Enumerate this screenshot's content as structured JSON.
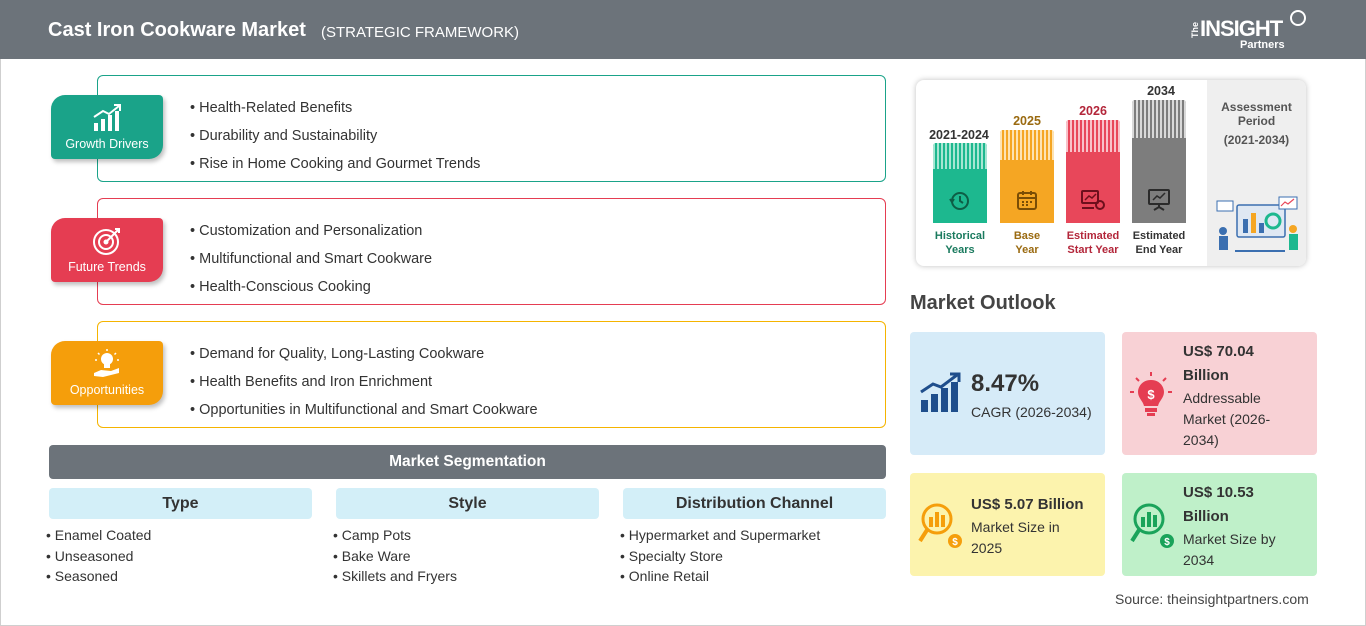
{
  "header": {
    "title": "Cast Iron Cookware Market",
    "subtitle": "(STRATEGIC FRAMEWORK)",
    "logo_the": "The",
    "logo_insight": "INSIGHT",
    "logo_partners": "Partners"
  },
  "framework": [
    {
      "tag": "Growth Drivers",
      "icon": "growth-chart-icon",
      "color": "#1aa389",
      "items": [
        "Health-Related Benefits",
        "Durability and Sustainability",
        "Rise in Home Cooking and Gourmet Trends"
      ]
    },
    {
      "tag": "Future Trends",
      "icon": "target-icon",
      "color": "#e53d52",
      "items": [
        "Customization and Personalization",
        "Multifunctional and Smart Cookware",
        "Health-Conscious Cooking"
      ]
    },
    {
      "tag": "Opportunities",
      "icon": "lightbulb-hand-icon",
      "color": "#f59e0b",
      "items": [
        "Demand for Quality, Long-Lasting Cookware",
        "Health Benefits and Iron Enrichment",
        "Opportunities in Multifunctional and Smart Cookware"
      ]
    }
  ],
  "segmentation": {
    "title": "Market Segmentation",
    "columns": [
      {
        "title": "Type",
        "items": [
          "Enamel Coated",
          "Unseasoned",
          "Seasoned"
        ]
      },
      {
        "title": "Style",
        "items": [
          "Camp Pots",
          "Bake Ware",
          "Skillets and Fryers"
        ]
      },
      {
        "title": "Distribution Channel",
        "items": [
          "Hypermarket and Supermarket",
          "Specialty Store",
          "Online Retail"
        ]
      }
    ]
  },
  "assessment": {
    "title": "Assessment Period",
    "range": "(2021-2034)",
    "periods": [
      {
        "year": "2021-2024",
        "label_line1": "Historical",
        "label_line2": "Years",
        "color": "#1db88f",
        "year_color": "#1a7a5e",
        "icon": "history-icon"
      },
      {
        "year": "2025",
        "label_line1": "Base",
        "label_line2": "Year",
        "color": "#f5a623",
        "year_color": "#9a6a10",
        "icon": "calendar-icon"
      },
      {
        "year": "2026",
        "label_line1": "Estimated",
        "label_line2": "Start Year",
        "color": "#e8475a",
        "year_color": "#b3263a",
        "icon": "analytics-icon"
      },
      {
        "year": "2034",
        "label_line1": "Estimated",
        "label_line2": "End Year",
        "color": "#7d7d7d",
        "year_color": "#333333",
        "icon": "presentation-icon"
      }
    ]
  },
  "outlook": {
    "title": "Market Outlook",
    "cagr_value": "8.47%",
    "cagr_label": "CAGR (2026-2034)",
    "addressable_value_1": "US$ 70.04",
    "addressable_value_2": "Billion",
    "addressable_label_1": "Addressable",
    "addressable_label_2": "Market (2026-",
    "addressable_label_3": "2034)",
    "size2025_value": "US$ 5.07 Billion",
    "size2025_label_1": "Market Size in",
    "size2025_label_2": "2025",
    "size2034_value_1": "US$ 10.53",
    "size2034_value_2": "Billion",
    "size2034_label_1": "Market Size by",
    "size2034_label_2": "2034"
  },
  "source": "Source: theinsightpartners.com"
}
